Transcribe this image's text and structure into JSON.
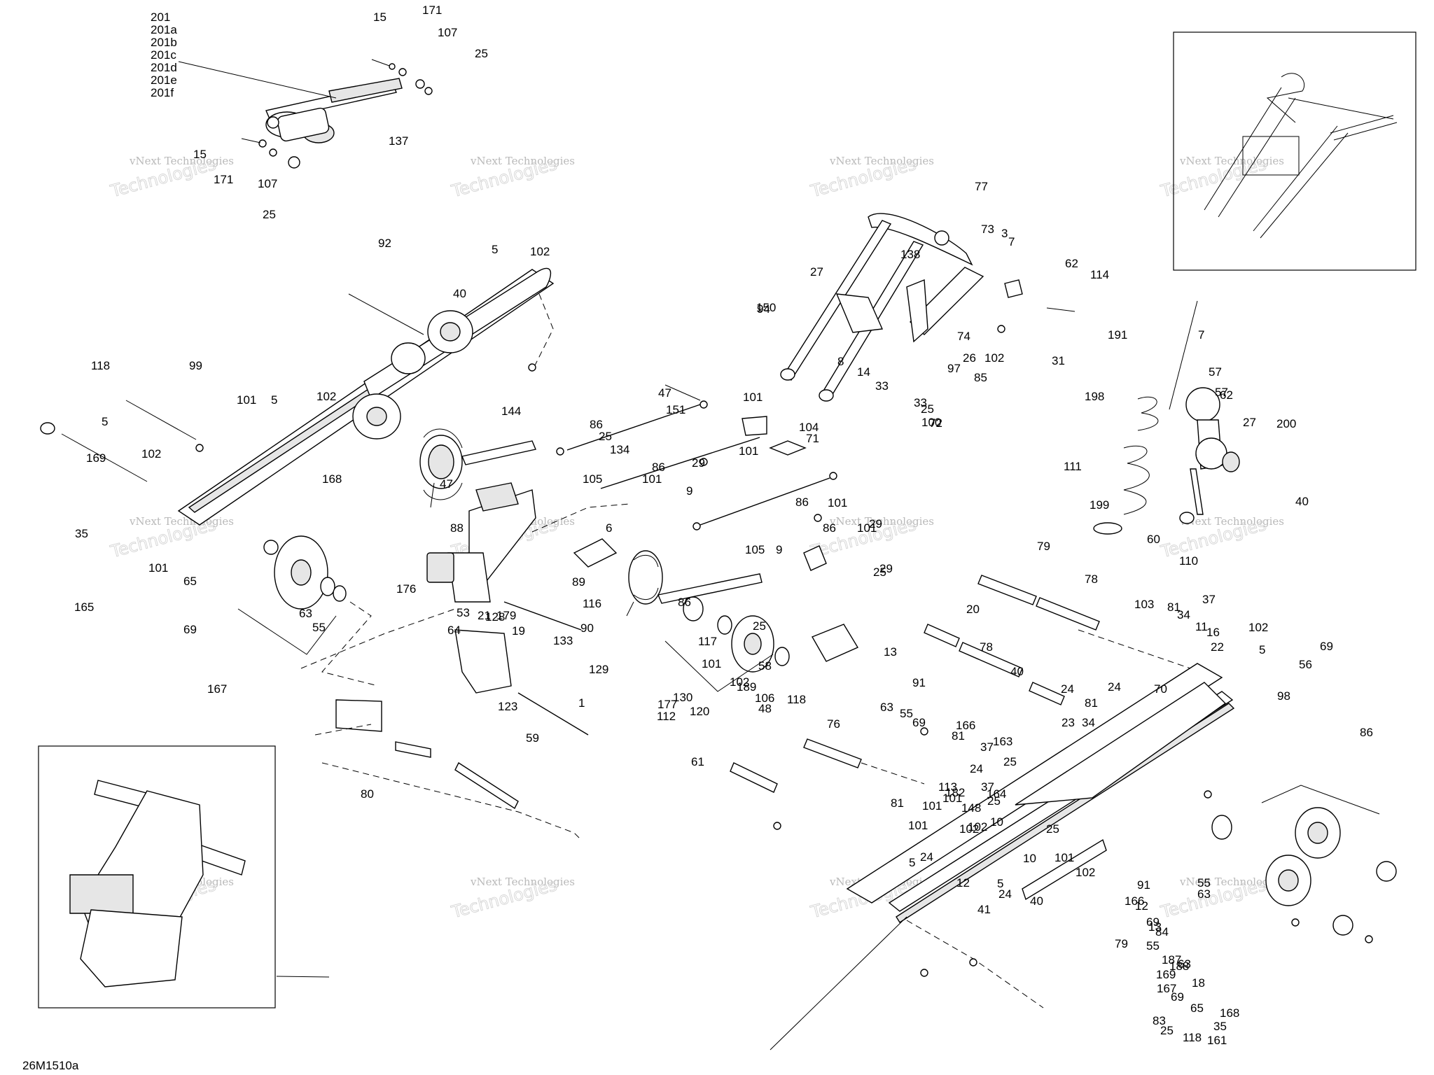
{
  "diagram": {
    "drawing_code": "26M1510a",
    "watermark": [
      "vNext Technologies",
      "Technologies"
    ],
    "callouts_topleft_block": [
      "201",
      "201a",
      "201b",
      "201c",
      "201d",
      "201e",
      "201f"
    ],
    "callout_numbers": [
      "171",
      "15",
      "107",
      "25",
      "15",
      "171",
      "107",
      "25",
      "137",
      "92",
      "5",
      "102",
      "40",
      "118",
      "99",
      "101",
      "5",
      "102",
      "5",
      "102",
      "169",
      "35",
      "168",
      "101",
      "65",
      "165",
      "69",
      "63",
      "55",
      "167",
      "144",
      "47",
      "88",
      "176",
      "128",
      "21",
      "179",
      "19",
      "53",
      "64",
      "123",
      "1",
      "59",
      "80",
      "133",
      "90",
      "129",
      "177",
      "112",
      "130",
      "120",
      "61",
      "6",
      "116",
      "89",
      "47",
      "151",
      "101",
      "86",
      "25",
      "29",
      "134",
      "105",
      "86",
      "101",
      "9",
      "101",
      "104",
      "71",
      "86",
      "101",
      "9",
      "105",
      "86",
      "29",
      "101",
      "25",
      "29",
      "77",
      "73",
      "3",
      "150",
      "27",
      "94",
      "138",
      "7",
      "62",
      "114",
      "74",
      "102",
      "8",
      "14",
      "26",
      "97",
      "33",
      "33",
      "85",
      "25",
      "72",
      "100",
      "31",
      "198",
      "111",
      "199",
      "191",
      "7",
      "57",
      "62",
      "57",
      "27",
      "200",
      "40",
      "60",
      "110",
      "79",
      "78",
      "20",
      "78",
      "40",
      "24",
      "24",
      "81",
      "70",
      "23",
      "34",
      "103",
      "81",
      "37",
      "34",
      "11",
      "22",
      "16",
      "102",
      "5",
      "69",
      "56",
      "98",
      "86",
      "86",
      "117",
      "101",
      "25",
      "102",
      "189",
      "58",
      "106",
      "48",
      "118",
      "13",
      "91",
      "63",
      "55",
      "76",
      "69",
      "166",
      "81",
      "163",
      "37",
      "24",
      "25",
      "113",
      "81",
      "37",
      "182",
      "101",
      "25",
      "148",
      "164",
      "101",
      "10",
      "101",
      "102",
      "24",
      "5",
      "102",
      "25",
      "101",
      "10",
      "102",
      "5",
      "12",
      "24",
      "40",
      "41",
      "166",
      "12",
      "69",
      "84",
      "55",
      "63",
      "91",
      "13",
      "79",
      "55",
      "63",
      "188",
      "187",
      "18",
      "169",
      "167",
      "69",
      "65",
      "168",
      "35",
      "25",
      "83",
      "118",
      "161"
    ]
  }
}
